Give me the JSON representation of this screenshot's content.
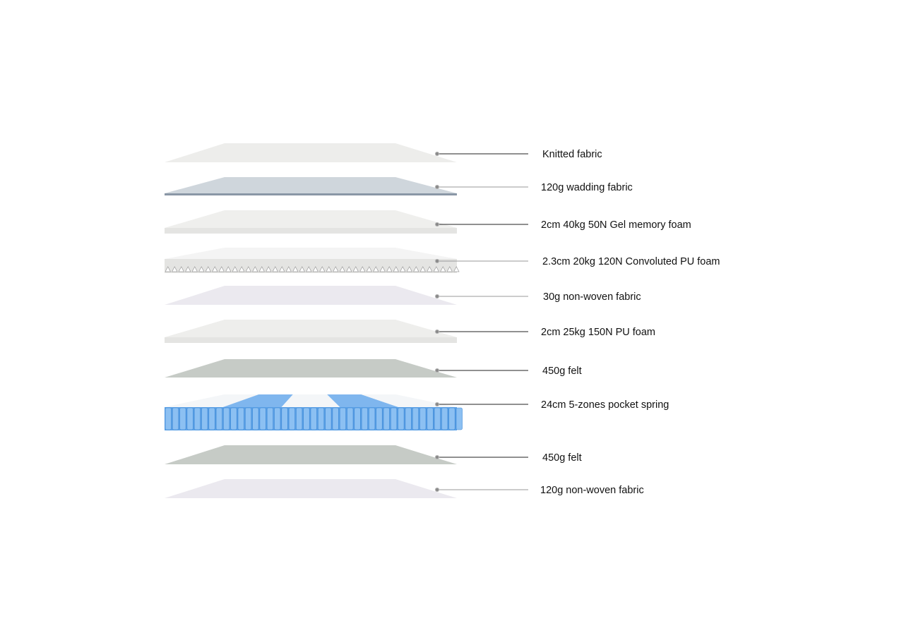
{
  "layers": [
    {
      "label": "Knitted fabric",
      "kind": "sheet",
      "color": "#ededeb"
    },
    {
      "label": "120g wadding fabric",
      "kind": "wadding",
      "color": "#cfd6dc"
    },
    {
      "label": "2cm 40kg 50N Gel memory foam",
      "kind": "slab",
      "color": "#efefed"
    },
    {
      "label": "2.3cm 20kg 120N Convoluted PU foam",
      "kind": "convoluted",
      "color": "#f4f4f4"
    },
    {
      "label": "30g non-woven fabric",
      "kind": "sheet",
      "color": "#ebe9ef"
    },
    {
      "label": "2cm 25kg 150N PU foam",
      "kind": "slab",
      "color": "#eeeeec"
    },
    {
      "label": "450g felt",
      "kind": "sheet",
      "color": "#c6cbc6"
    },
    {
      "label": "24cm 5-zones pocket spring",
      "kind": "spring",
      "color": "#6aa9ea"
    },
    {
      "label": "450g felt",
      "kind": "sheet",
      "color": "#c6cbc6"
    },
    {
      "label": "120g non-woven fabric",
      "kind": "sheet",
      "color": "#ebe9ef"
    }
  ]
}
